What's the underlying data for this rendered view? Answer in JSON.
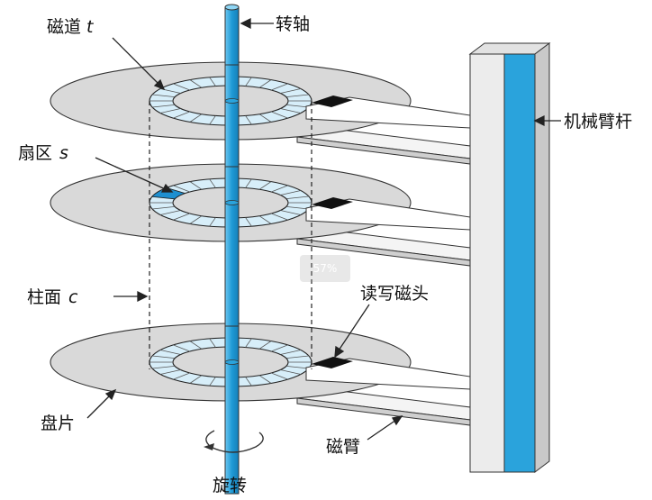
{
  "labels": {
    "track": "磁道",
    "track_var": "t",
    "spindle": "转轴",
    "sector": "扇区",
    "sector_var": "s",
    "cylinder": "柱面",
    "cylinder_var": "c",
    "platter": "盘片",
    "rotation": "旋转",
    "arm_assembly": "机械臂杆",
    "rw_head": "读写磁头",
    "arm": "磁臂"
  },
  "overlay": {
    "zoom": "57%"
  },
  "colors": {
    "spindle": "#2aa3dc",
    "arm_column": "#2aa3dc",
    "track_band": "#d7eef9",
    "sector_highlight": "#1d8fd0",
    "platter": "#d9d9d9"
  }
}
